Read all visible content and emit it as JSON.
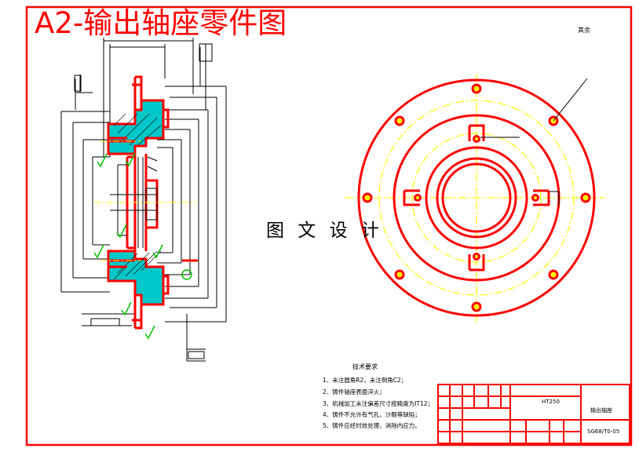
{
  "title": "A2-输出轴座零件图",
  "watermark": "图 文 设 计",
  "roughness_mark": "其余",
  "technical_requirements": {
    "heading": "技术要求",
    "items": [
      "1、未注圆角R2，未注倒角C2；",
      "2、铸件轴座表面淬火；",
      "3、机械加工未注偏差尺寸按精度为IT12；",
      "4、铸件不允许有气孔、沙眼等缺陷；",
      "5、铸件应经时效处理，消除内应力。"
    ]
  },
  "title_block": {
    "material": "HT250",
    "part_name": "输出轴座",
    "drawing_number": "SG68/T0-05"
  },
  "colors": {
    "frame": "#ff0000",
    "part_outline": "#ff0000",
    "hatch_fill": "#00c8c8",
    "center_line": "#ffff00",
    "roughness_symbol": "#00c000",
    "dimension": "#000000"
  }
}
